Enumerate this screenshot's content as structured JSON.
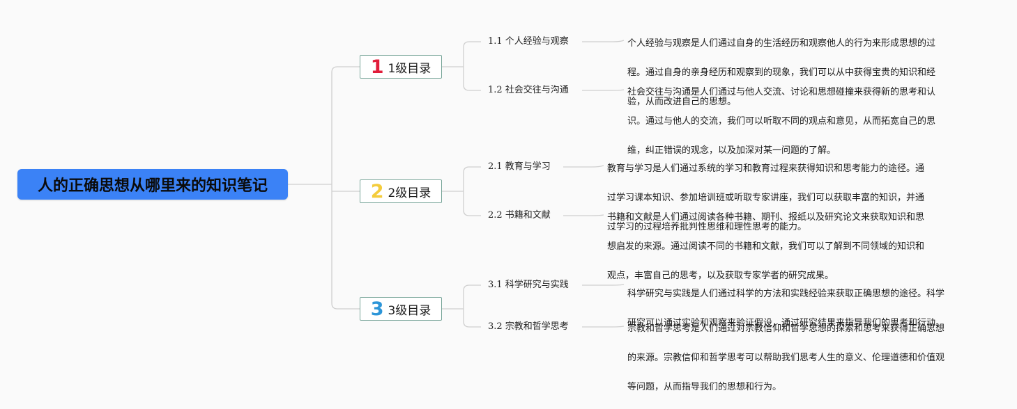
{
  "root": {
    "title": "人的正确思想从哪里来的知识笔记"
  },
  "chapters": [
    {
      "number": "1",
      "label": "1级目录",
      "color": "#e11d3a",
      "sections": [
        {
          "label": "1.1 个人经验与观察",
          "text": "个人经验与观察是人们通过自身的生活经历和观察他人的行为来形成思想的过程。通过自身的亲身经历和观察到的现象，我们可以从中获得宝贵的知识和经验，从而改进自己的思想。",
          "lines": [
            "个人经验与观察是人们通过自身的生活经历和观察他人的行为来形成思想的过",
            "程。通过自身的亲身经历和观察到的现象，我们可以从中获得宝贵的知识和经",
            "验，从而改进自己的思想。"
          ]
        },
        {
          "label": "1.2 社会交往与沟通",
          "text": "社会交往与沟通是人们通过与他人交流、讨论和思想碰撞来获得新的思考和认识。通过与他人的交流，我们可以听取不同的观点和意见，从而拓宽自己的思维，纠正错误的观念，以及加深对某一问题的了解。",
          "lines": [
            "社会交往与沟通是人们通过与他人交流、讨论和思想碰撞来获得新的思考和认",
            "识。通过与他人的交流，我们可以听取不同的观点和意见，从而拓宽自己的思",
            "维，纠正错误的观念，以及加深对某一问题的了解。"
          ]
        }
      ]
    },
    {
      "number": "2",
      "label": "2级目录",
      "color": "#f4cc3c",
      "sections": [
        {
          "label": "2.1 教育与学习",
          "text": "教育与学习是人们通过系统的学习和教育过程来获得知识和思考能力的途径。通过学习课本知识、参加培训班或听取专家讲座，我们可以获取丰富的知识，并通过学习的过程培养批判性思维和理性思考的能力。",
          "lines": [
            "教育与学习是人们通过系统的学习和教育过程来获得知识和思考能力的途径。通",
            "过学习课本知识、参加培训班或听取专家讲座，我们可以获取丰富的知识，并通",
            "过学习的过程培养批判性思维和理性思考的能力。"
          ]
        },
        {
          "label": "2.2 书籍和文献",
          "text": "书籍和文献是人们通过阅读各种书籍、期刊、报纸以及研究论文来获取知识和思想启发的来源。通过阅读不同的书籍和文献，我们可以了解到不同领域的知识和观点，丰富自己的思考，以及获取专家学者的研究成果。",
          "lines": [
            "书籍和文献是人们通过阅读各种书籍、期刊、报纸以及研究论文来获取知识和思",
            "想启发的来源。通过阅读不同的书籍和文献，我们可以了解到不同领域的知识和",
            "观点，丰富自己的思考，以及获取专家学者的研究成果。"
          ]
        }
      ]
    },
    {
      "number": "3",
      "label": "3级目录",
      "color": "#2c95d8",
      "sections": [
        {
          "label": "3.1 科学研究与实践",
          "text": "科学研究与实践是人们通过科学的方法和实践经验来获取正确思想的途径。科学研究可以通过实验和观察来验证假设，通过研究结果来指导我们的思考和行动。",
          "lines": [
            "科学研究与实践是人们通过科学的方法和实践经验来获取正确思想的途径。科学",
            "研究可以通过实验和观察来验证假设，通过研究结果来指导我们的思考和行动。"
          ]
        },
        {
          "label": "3.2 宗教和哲学思考",
          "text": "宗教和哲学思考是人们通过对宗教信仰和哲学思想的探索和思考来获得正确思想的来源。宗教信仰和哲学思考可以帮助我们思考人生的意义、伦理道德和价值观等问题，从而指导我们的思想和行为。",
          "lines": [
            "宗教和哲学思考是人们通过对宗教信仰和哲学思想的探索和思考来获得正确思想",
            "的来源。宗教信仰和哲学思考可以帮助我们思考人生的意义、伦理道德和价值观",
            "等问题，从而指导我们的思想和行为。"
          ]
        }
      ]
    }
  ]
}
